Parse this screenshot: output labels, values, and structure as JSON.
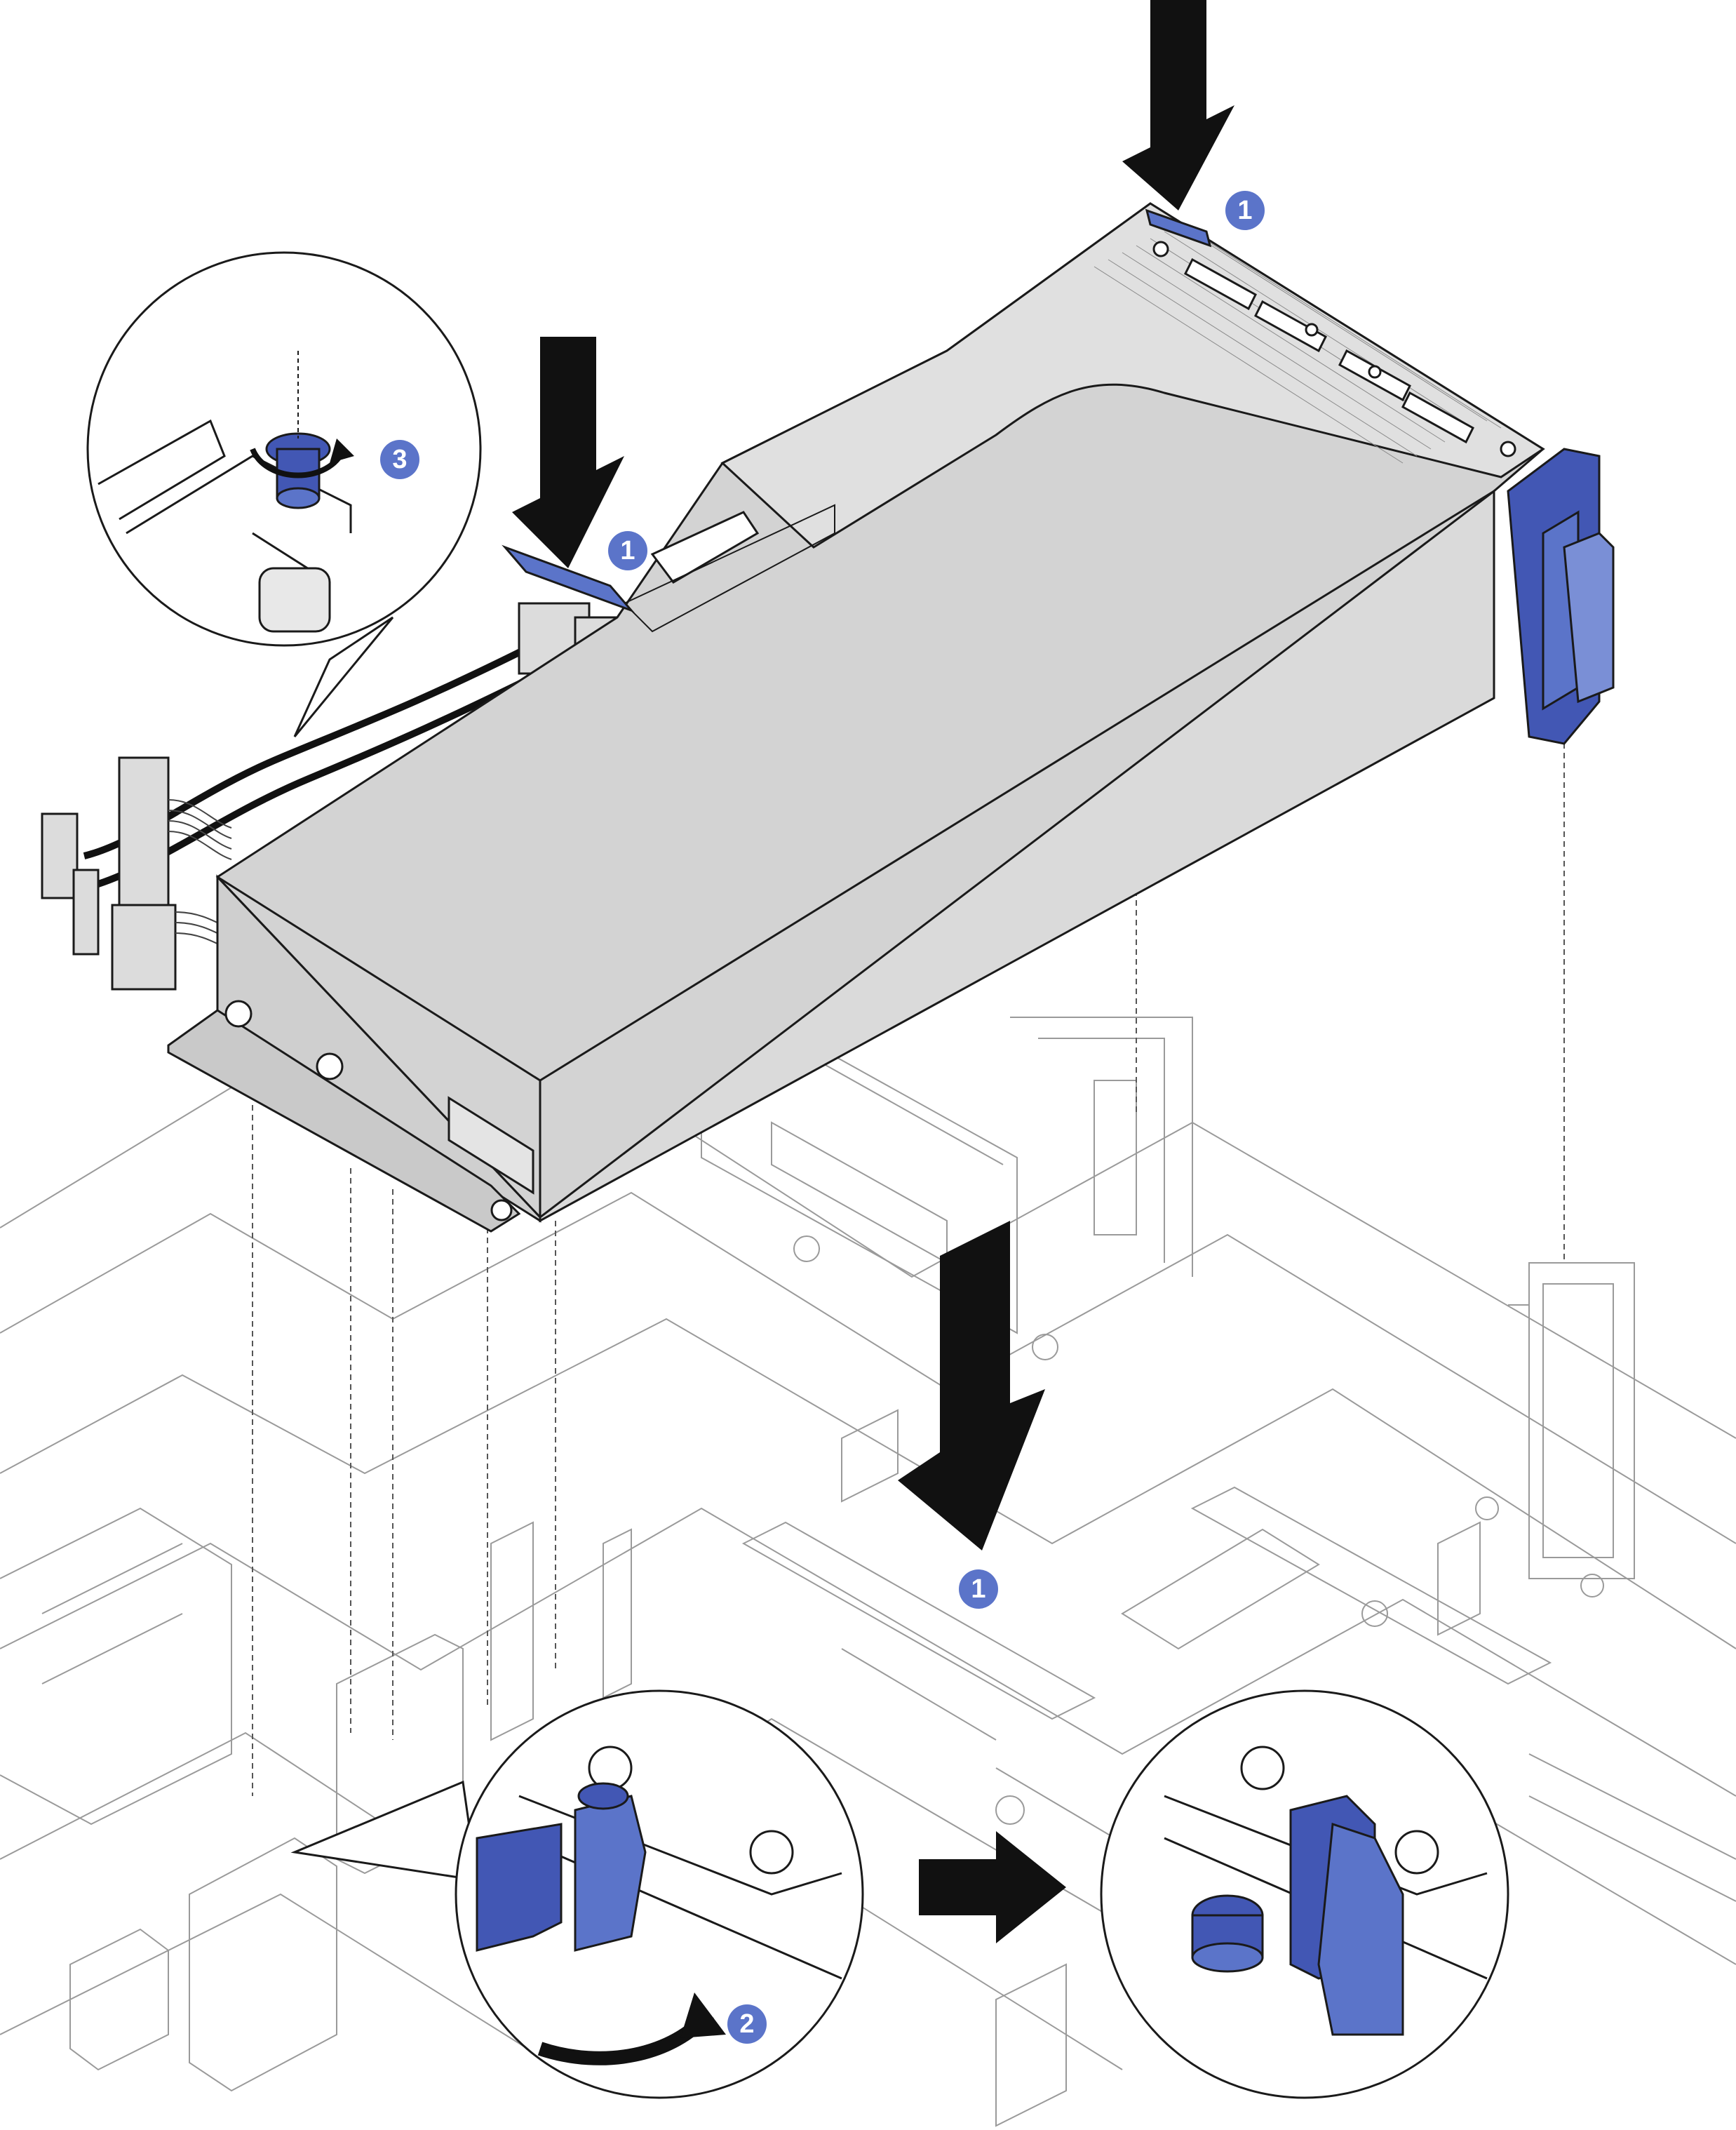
{
  "colors": {
    "callout": "#5b74c9",
    "latch_blue": "#4257b4",
    "riser_gray": "#d9d9d9",
    "riser_top": "#c8c8c8",
    "arrow": "#111111",
    "chassis_line": "#a0a0a0"
  },
  "callouts": [
    {
      "id": "callout-top",
      "label": "1"
    },
    {
      "id": "callout-left",
      "label": "1"
    },
    {
      "id": "callout-bottom",
      "label": "1"
    },
    {
      "id": "callout-screw",
      "label": "3"
    },
    {
      "id": "callout-latch",
      "label": "2"
    }
  ],
  "icons": {
    "down_arrow": "down-arrow-icon",
    "right_arrow": "right-arrow-icon",
    "rotate_arrow": "rotate-arrow-icon"
  }
}
